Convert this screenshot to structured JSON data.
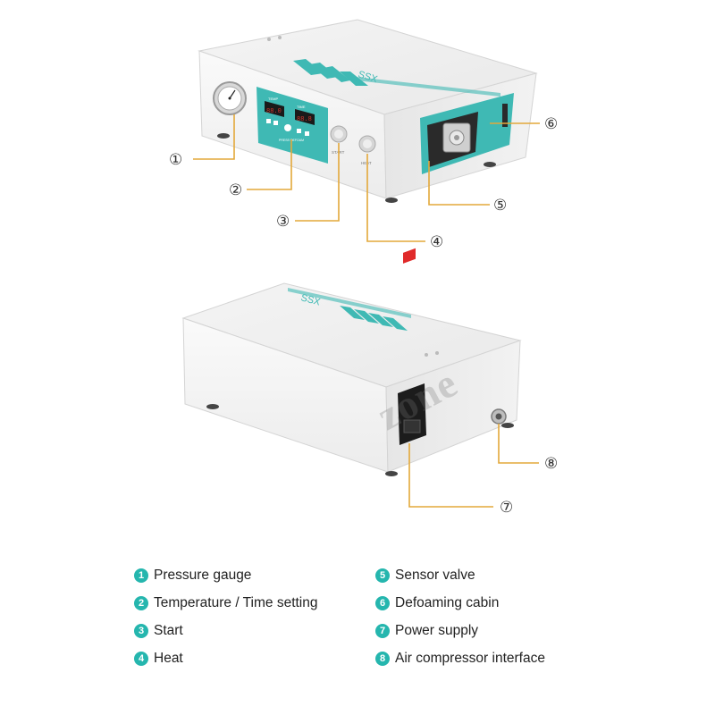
{
  "device_top": {
    "brand_text": "SSX",
    "left_display_label": "TEMP",
    "right_display_label": "TIME",
    "left_display_value": "88.0",
    "right_display_value": "88.8",
    "panel_small_text": "PRESS·DEFOAM",
    "start_label": "START",
    "heat_label": "HEAT"
  },
  "device_bottom": {
    "brand_text": "SSX"
  },
  "watermark_text": "zone",
  "callouts": [
    "①",
    "②",
    "③",
    "④",
    "⑤",
    "⑥",
    "⑦",
    "⑧"
  ],
  "legend": [
    {
      "num": "1",
      "label": "Pressure gauge"
    },
    {
      "num": "2",
      "label": "Temperature / Time setting"
    },
    {
      "num": "3",
      "label": "Start"
    },
    {
      "num": "4",
      "label": "Heat"
    },
    {
      "num": "5",
      "label": "Sensor valve"
    },
    {
      "num": "6",
      "label": "Defoaming cabin"
    },
    {
      "num": "7",
      "label": "Power supply"
    },
    {
      "num": "8",
      "label": "Air compressor interface"
    }
  ],
  "colors": {
    "accent": "#25b6ae",
    "leader": "#e3a83a",
    "panel": "#3fb9b4",
    "display": "#d1392e",
    "switch": "#e02a2a"
  }
}
